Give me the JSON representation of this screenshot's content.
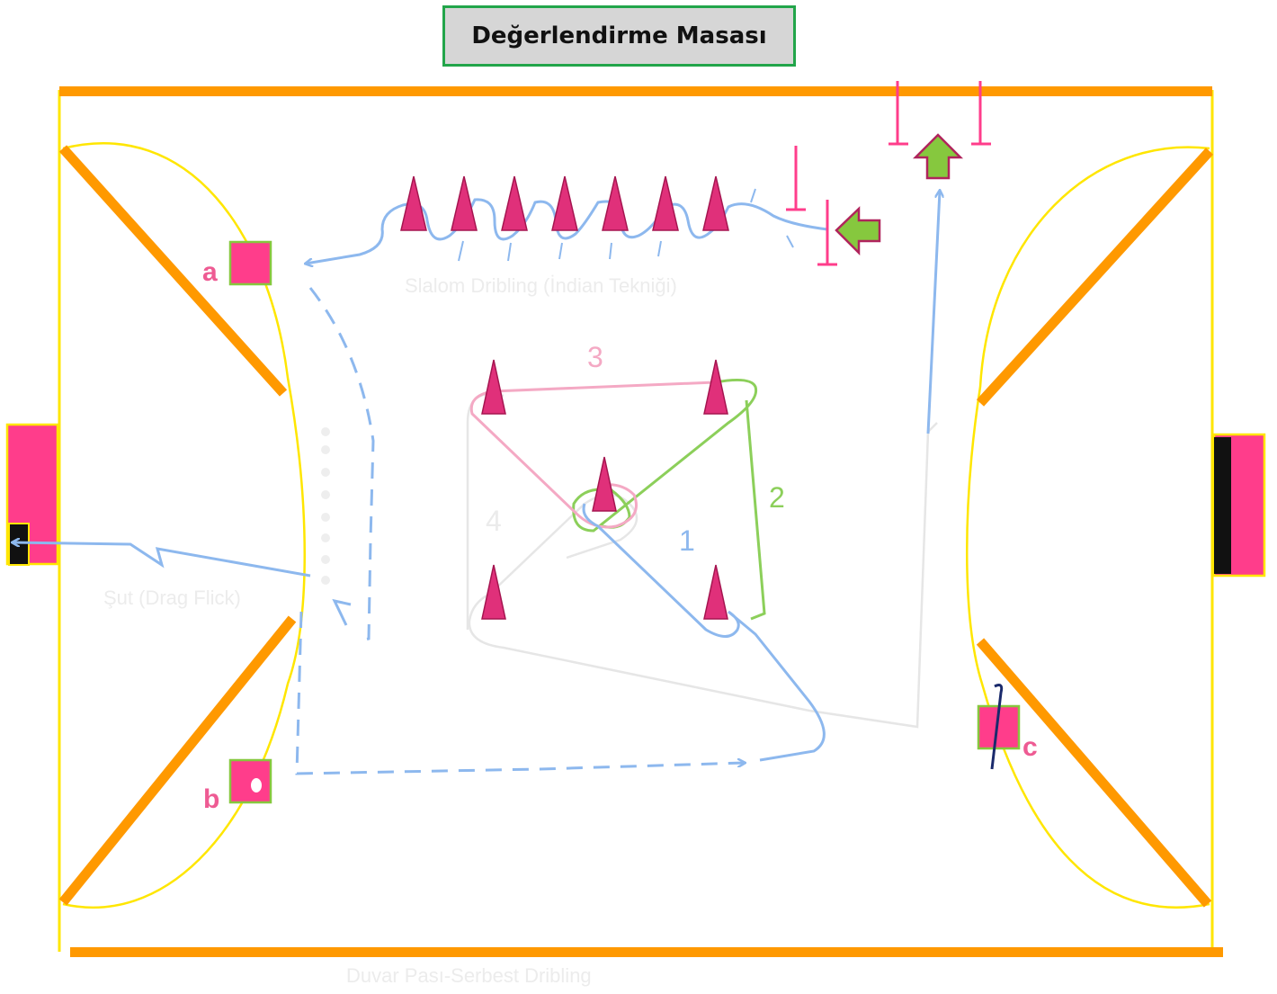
{
  "title": "Değerlendirme Masası",
  "station_labels": {
    "a": "a",
    "b": "b",
    "c": "c"
  },
  "route_numbers": {
    "r1": "1",
    "r2": "2",
    "r3": "3",
    "r4": "4"
  },
  "station_captions": {
    "slalom": "Slalom Dribling (İndian Tekniği)",
    "shot": "Şut (Drag Flick)",
    "wall_pass": "Duvar Pası-Serbest Dribling"
  },
  "colors": {
    "field_line": "#ffe600",
    "boards": "#ff9900",
    "goal": "#ff3d8b",
    "cone": "#e0307a",
    "arrow_green": "#86c83e",
    "route_blue": "#8db8ee",
    "route_pink": "#f4a9c4",
    "route_green": "#8ccf5a",
    "route_gray": "#e6e6e6",
    "title_border": "#22a54a",
    "title_bg": "#d6d6d6"
  }
}
